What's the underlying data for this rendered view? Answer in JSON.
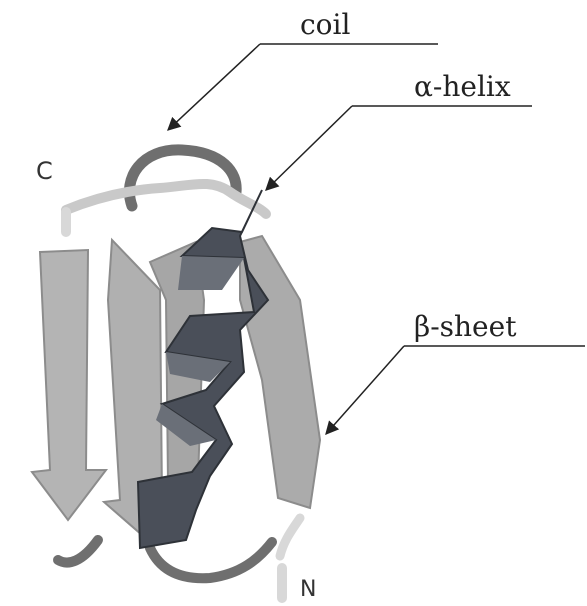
{
  "figure": {
    "labels": {
      "coil": "coil",
      "helix": "α-helix",
      "sheet": "β-sheet"
    },
    "termini": {
      "c_terminus": "C",
      "n_terminus": "N"
    },
    "colors": {
      "sheet": "#b4b4b4",
      "sheet_edge": "#8c8c8c",
      "helix": "#4a4f59",
      "helix_light": "#6a6f78",
      "coil": "#707070",
      "coil_light": "#c8c8c8",
      "pointer": "#222222"
    }
  }
}
